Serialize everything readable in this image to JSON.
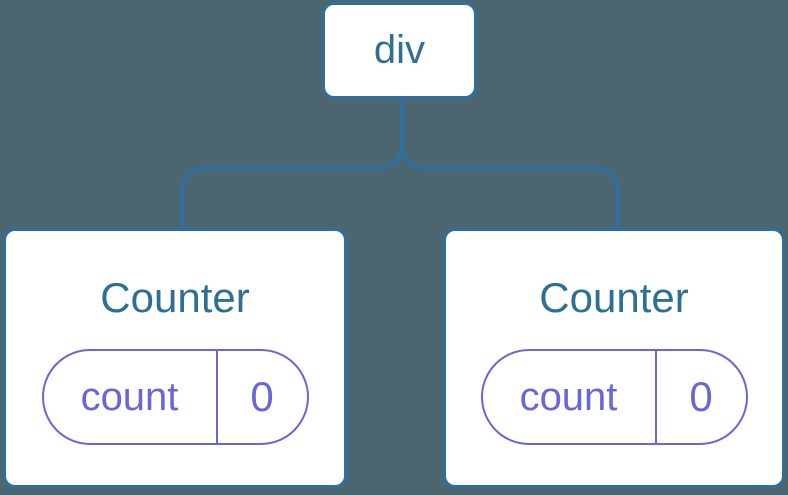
{
  "colors": {
    "background": "#4C6670",
    "line-blue": "#2F6F9F",
    "label-blue": "#2E7094",
    "state-purple": "#6767D8",
    "node-fill": "#FFFFFF"
  },
  "tree": {
    "root": {
      "label": "div"
    },
    "children": [
      {
        "title": "Counter",
        "state": {
          "key": "count",
          "value": "0"
        }
      },
      {
        "title": "Counter",
        "state": {
          "key": "count",
          "value": "0"
        }
      }
    ]
  }
}
